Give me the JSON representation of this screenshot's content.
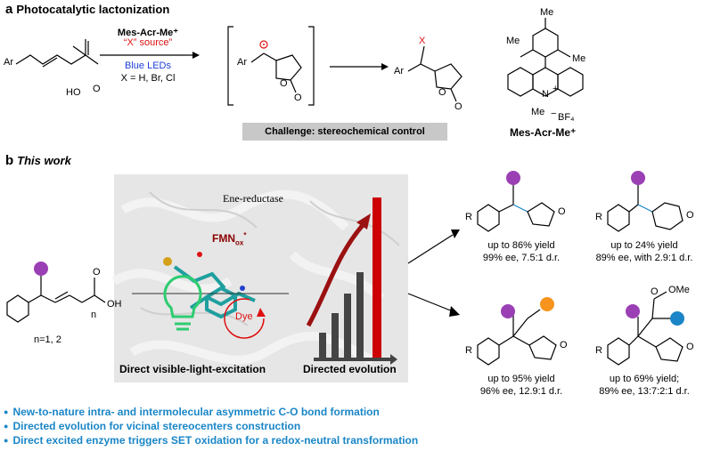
{
  "panel_a": {
    "label": "a",
    "title": "Photocatalytic lactonization",
    "reagent": "Mes-Acr-Me⁺",
    "x_source": "“X” source”",
    "light": "Blue LEDs",
    "x_options": "X = H, Br, Cl",
    "challenge": "Challenge: stereochemical control",
    "catalyst_name": "Mes-Acr-Me⁺",
    "atoms": {
      "ar": "Ar",
      "ho": "HO",
      "o": "O",
      "x": "X",
      "n_plus": "N",
      "me": "Me",
      "bf4": "BF₄",
      "charge": "+",
      "minus": "−"
    }
  },
  "panel_b": {
    "label": "b",
    "title": "This work",
    "enzyme_label": "Ene-reductase",
    "cofactor": "FMN",
    "cofactor_sub": "ox",
    "cofactor_sup": "*",
    "dye": "Dye",
    "excitation": "Direct visible-light-excitation",
    "evolution": "Directed evolution",
    "substrate_n": "n=1, 2",
    "sub_n": "n",
    "oh": "OH",
    "o": "O",
    "products": [
      {
        "yield": "up to 86% yield",
        "detail": "99% ee, 7.5:1 d.r."
      },
      {
        "yield": "up to 24% yield",
        "detail": "89% ee, with 2.9:1 d.r."
      },
      {
        "yield": "up to 95% yield",
        "detail": "96% ee, 12.9:1 d.r."
      },
      {
        "yield": "up to 69% yield;",
        "detail": "89% ee, 13:7:2:1 d.r."
      }
    ],
    "r_label": "R",
    "ester_label": "O",
    "ome": "OMe"
  },
  "bullets": [
    "New-to-nature intra- and intermolecular asymmetric C-O bond formation",
    "Directed evolution for vicinal stereocenters construction",
    "Direct excited enzyme triggers SET oxidation for a redox-neutral transformation"
  ],
  "colors": {
    "purple": "#9b3fb5",
    "orange": "#f7941d",
    "blue": "#1a86c7",
    "dark_red": "#8b0000",
    "bar_red": "#cc0000",
    "green": "#2ecc71"
  }
}
